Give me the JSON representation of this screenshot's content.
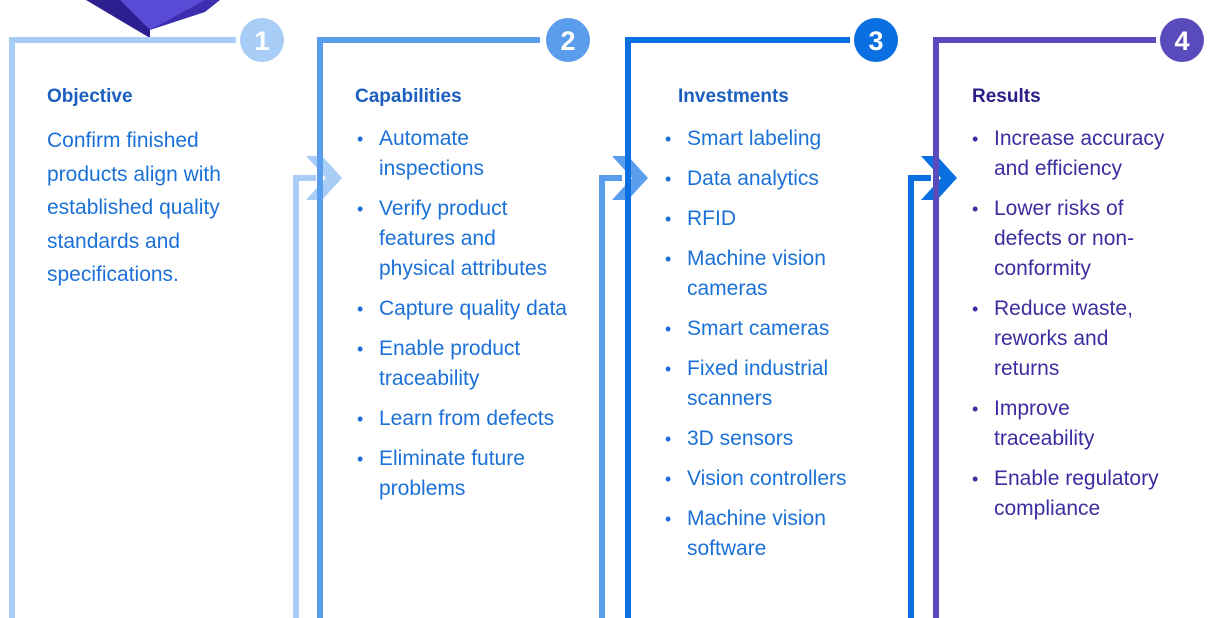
{
  "colors": {
    "col1": "#a8cdf6",
    "col2": "#5b9ded",
    "col3": "#0a6fe0",
    "col4": "#5a4bbd",
    "text_blue": "#1b71d8",
    "title1": "#1c5fbf",
    "title2": "#1c5fbf",
    "title3": "#1c5fbf",
    "title4": "#2a1f86",
    "text4": "#3a2ea0"
  },
  "columns": [
    {
      "number": "1",
      "title": "Objective",
      "text": "Confirm finished products align with established quality standards and specifications."
    },
    {
      "number": "2",
      "title": "Capabilities",
      "items": [
        "Automate inspections",
        "Verify product features and physical attributes",
        "Capture quality data",
        "Enable product traceability",
        "Learn from defects",
        "Eliminate future problems"
      ]
    },
    {
      "number": "3",
      "title": "Investments",
      "items": [
        "Smart labeling",
        "Data analytics",
        "RFID",
        "Machine vision cameras",
        "Smart cameras",
        "Fixed industrial scanners",
        "3D sensors",
        "Vision controllers",
        "Machine vision software"
      ]
    },
    {
      "number": "4",
      "title": "Results",
      "items": [
        "Increase accuracy and efficiency",
        "Lower risks of defects or non-conformity",
        "Reduce waste, reworks and returns",
        "Improve traceability",
        "Enable regulatory compliance"
      ]
    }
  ]
}
